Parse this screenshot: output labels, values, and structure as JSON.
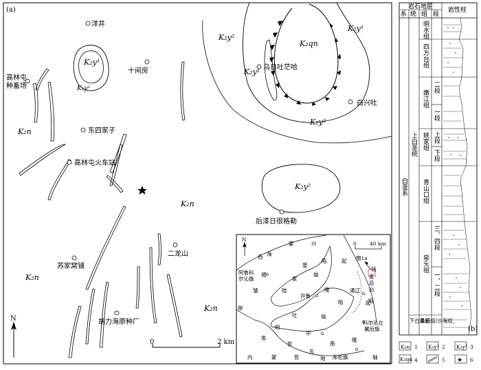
{
  "panel_a_label": "(a)",
  "panel_b_label": "(b)",
  "main_map": {
    "places": [
      {
        "id": "yangjing",
        "name": "洋井"
      },
      {
        "id": "shijianfang",
        "name": "十间房"
      },
      {
        "id": "gaolintun_farm_1",
        "name": "高林屯"
      },
      {
        "id": "gaolintun_farm_2",
        "name": "种畜场"
      },
      {
        "id": "dongsijiazi",
        "name": "东四家子"
      },
      {
        "id": "gaolintun_station",
        "name": "高林屯火车站"
      },
      {
        "id": "wuritumaoha",
        "name": "乌日吐茫哈"
      },
      {
        "id": "baixingtu",
        "name": "白兴吐"
      },
      {
        "id": "houtaorihengele",
        "name": "后漆日很格勒"
      },
      {
        "id": "erlongshan",
        "name": "二龙山"
      },
      {
        "id": "sujiawopu",
        "name": "苏家窝铺"
      },
      {
        "id": "hulihai",
        "name": "胡力海原种厂"
      }
    ],
    "units": {
      "k2n": "K₂n",
      "k2y1": "K₂y¹",
      "k2y2": "K₂y²",
      "k2qn": "K₂qn"
    },
    "north": "N",
    "scale": {
      "zero": "0",
      "end": "2 km"
    }
  },
  "inset_map": {
    "north": "N",
    "scale": {
      "zero": "0",
      "end": "40 km"
    },
    "fig_ref": "图1a",
    "labels": [
      {
        "id": "meng1",
        "t": "蒙"
      },
      {
        "id": "xing",
        "t": "兴"
      },
      {
        "id": "xi",
        "t": "西"
      },
      {
        "id": "hai",
        "t": "海"
      },
      {
        "id": "xian1",
        "t": "陷"
      },
      {
        "id": "qi1",
        "t": "起"
      },
      {
        "id": "alu1",
        "t": "阿鲁科"
      },
      {
        "id": "alu2",
        "t": "尔沁旗"
      },
      {
        "id": "xi2",
        "t": "褶"
      },
      {
        "id": "jia",
        "t": "家"
      },
      {
        "id": "bao",
        "t": "堡"
      },
      {
        "id": "ao",
        "t": "坳"
      },
      {
        "id": "qian",
        "t": "钱"
      },
      {
        "id": "jia2",
        "t": "家"
      },
      {
        "id": "dian",
        "t": "店"
      },
      {
        "id": "ao2",
        "t": "凹"
      },
      {
        "id": "xian2",
        "t": "陷"
      },
      {
        "id": "zhou",
        "t": "皱"
      },
      {
        "id": "lu",
        "t": "陆"
      },
      {
        "id": "kailu",
        "t": "开鲁"
      },
      {
        "id": "long",
        "t": "隆"
      },
      {
        "id": "tongliao",
        "t": "通辽"
      },
      {
        "id": "dai",
        "t": "带"
      },
      {
        "id": "tu",
        "t": "吐"
      },
      {
        "id": "xian3",
        "t": "陷"
      },
      {
        "id": "bo",
        "t": "伯"
      },
      {
        "id": "zhong",
        "t": "中"
      },
      {
        "id": "ao3",
        "t": "坳"
      },
      {
        "id": "qi2",
        "t": "起"
      },
      {
        "id": "she",
        "t": "舍"
      },
      {
        "id": "zhe",
        "t": "哲"
      },
      {
        "id": "nan",
        "t": "南"
      },
      {
        "id": "long2",
        "t": "隆"
      },
      {
        "id": "kezuo1",
        "t": "科尔沁左"
      },
      {
        "id": "kezuo2",
        "t": "翼后旗"
      },
      {
        "id": "dong",
        "t": "东"
      },
      {
        "id": "nei",
        "t": "内"
      },
      {
        "id": "meng2",
        "t": "蒙"
      },
      {
        "id": "zhe2",
        "t": "哲"
      },
      {
        "id": "di",
        "t": "地"
      },
      {
        "id": "kulun",
        "t": "库伦旗"
      },
      {
        "id": "zhou2",
        "t": "轴"
      }
    ]
  },
  "column": {
    "header": "岩石地层",
    "col_xi": "系",
    "col_tong": "统",
    "col_zu": "组",
    "col_duan": "段",
    "col_lith": "岩性柱",
    "system": "白垩系",
    "series": "上白垩统",
    "formations": [
      {
        "id": "mingshui",
        "name": "明水组"
      },
      {
        "id": "sifangtai",
        "name": "四方台组"
      },
      {
        "id": "nenjiang",
        "name": "嫩江组"
      },
      {
        "id": "yaojia",
        "name": "姚家组"
      },
      {
        "id": "qingshankou",
        "name": "青山口组"
      },
      {
        "id": "quantou",
        "name": "泉头组"
      }
    ],
    "members": {
      "nen2": "二段",
      "nen1": "一段",
      "yao_up": "上段",
      "yao_low": "下段",
      "quan34": "三、四段",
      "quan12": "一、二段"
    },
    "bottom_series": "下白垩统",
    "bottom_formation": "阜新组/沙海组"
  },
  "legend": [
    {
      "sym": "K₂n",
      "num": "1"
    },
    {
      "sym": "K₂y²",
      "num": "2"
    },
    {
      "sym": "K₂y¹",
      "num": "3"
    },
    {
      "sym": "K₂qn",
      "num": "4"
    },
    {
      "sym": "",
      "num": "5"
    },
    {
      "sym": "★",
      "num": "6"
    }
  ]
}
